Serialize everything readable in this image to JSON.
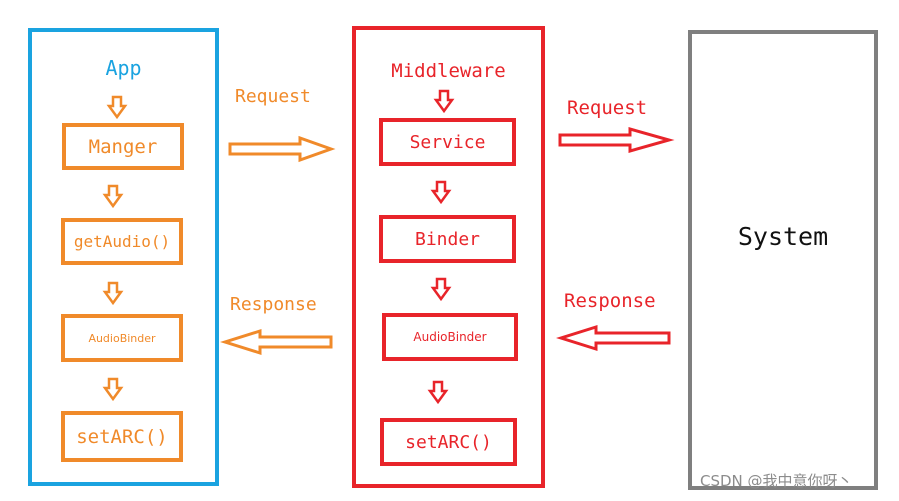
{
  "app": {
    "title": "App",
    "boxes": [
      "Manger",
      "getAudio()",
      "AudioBinder",
      "setARC()"
    ],
    "color": "#f08a2a"
  },
  "middleware": {
    "title": "Middleware",
    "boxes": [
      "Service",
      "Binder",
      "AudioBinder",
      "setARC()"
    ],
    "color": "#e8242a"
  },
  "system": {
    "title": "System",
    "color": "#7f7f7f"
  },
  "app_border_color": "#1aa3e0",
  "flows": {
    "app_to_mid": "Request",
    "mid_to_app": "Response",
    "mid_to_sys": "Request",
    "sys_to_mid": "Response"
  },
  "watermark": "CSDN @我中意你呀丶"
}
